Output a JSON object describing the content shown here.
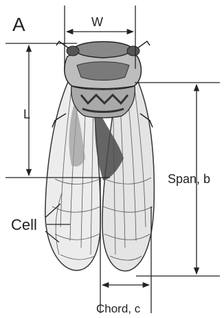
{
  "labels": {
    "panel": "A",
    "width": "W",
    "length": "L",
    "span": "Span, b",
    "cell": "Cell",
    "chord": "Chord, c"
  },
  "colors": {
    "line": "#222222",
    "wing_fill": "#ececec",
    "wing_vein": "#555555",
    "body_dark": "#3a3a3a",
    "body_mid": "#8a8a8a",
    "body_light": "#c8c8c8"
  }
}
